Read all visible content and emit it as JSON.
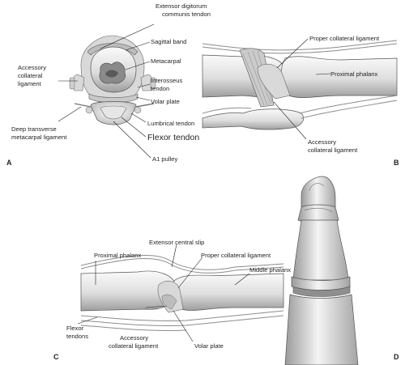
{
  "colors": {
    "ink": "#231f20",
    "bone_light": "#f2f2f2",
    "bone_dark": "#a8a8a8"
  },
  "panels": {
    "a": "A",
    "b": "B",
    "c": "C",
    "d": "D"
  },
  "labels": {
    "a_extensor_1": "Extensor digitorum",
    "a_extensor_2": "communis tendon",
    "a_sagittal": "Sagittal band",
    "a_accessory_1": "Accessory",
    "a_accessory_2": "collateral",
    "a_accessory_3": "ligament",
    "a_metacarpal": "Metacarpal",
    "a_interosseus_1": "Interosseus",
    "a_interosseus_2": "tendon",
    "a_volar": "Volar plate",
    "a_deep_1": "Deep transverse",
    "a_deep_2": "metacarpal ligament",
    "a_lumbrical": "Lumbrical tendon",
    "a_flexor": "Flexor tendon",
    "a_a1": "A1 pulley",
    "b_proper": "Proper collateral ligament",
    "b_proximal": "Proximal phalanx",
    "b_accessory_1": "Accessory",
    "b_accessory_2": "collateral ligament",
    "c_extensor": "Extensor central slip",
    "c_proper": "Proper collateral ligament",
    "c_proximal": "Proximal phalanx",
    "c_middle": "Middle phalanx",
    "c_flexor_1": "Flexor",
    "c_flexor_2": "tendons",
    "c_accessory_1": "Accessory",
    "c_accessory_2": "collateral ligament",
    "c_volar": "Volar plate"
  }
}
